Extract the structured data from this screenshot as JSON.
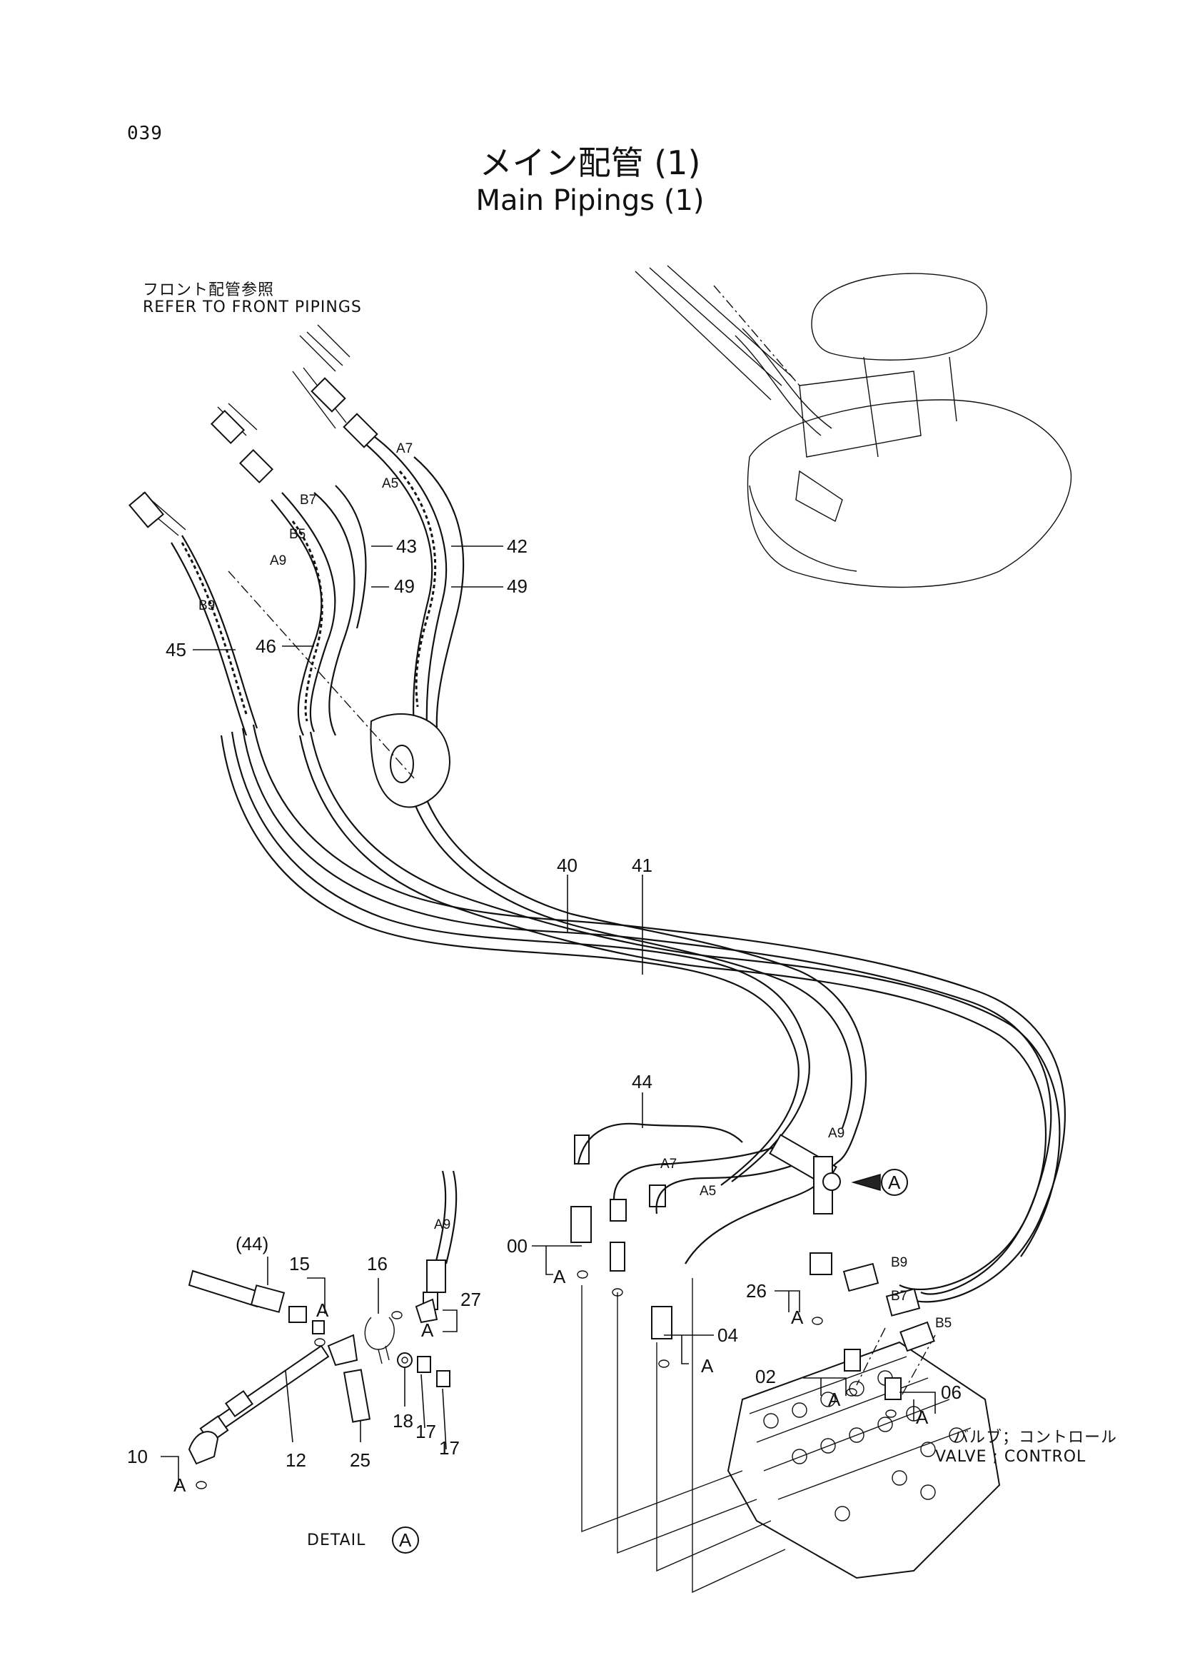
{
  "header": {
    "page_number": "039",
    "title_jp": "メイン配管 (1)",
    "title_en": "Main Pipings (1)"
  },
  "notes": {
    "front_ref_jp": "フロント配管参照",
    "front_ref_en": "REFER TO FRONT PIPINGS",
    "valve_jp": "バルブ；コントロール",
    "valve_en": "VALVE ; CONTROL",
    "detail_label": "DETAIL",
    "detail_marker": "A",
    "callout_marker": "A"
  },
  "callouts": {
    "n42": "42",
    "n49a": "49",
    "n43": "43",
    "n49b": "49",
    "n45": "45",
    "n46": "46",
    "n40": "40",
    "n41": "41",
    "n44": "44",
    "n00": "00",
    "n04": "04",
    "n26": "26",
    "n02": "02",
    "n06": "06",
    "n44p": "(44)",
    "n15": "15",
    "n16": "16",
    "n27": "27",
    "n10": "10",
    "n12": "12",
    "n25": "25",
    "n18": "18",
    "n17a": "17",
    "n17b": "17"
  },
  "port_labels": {
    "A7": "A7",
    "A5": "A5",
    "B7": "B7",
    "B5": "B5",
    "A9": "A9",
    "B9": "B9",
    "A7v": "A7",
    "A5v": "A5",
    "A9v": "A9",
    "B9v": "B9",
    "B7v": "B7",
    "B5v": "B5",
    "A9d": "A9"
  },
  "a_markers": {
    "m00": "A",
    "m04": "A",
    "m26": "A",
    "m02": "A",
    "m06": "A",
    "m15": "A",
    "m27": "A",
    "m10": "A"
  }
}
